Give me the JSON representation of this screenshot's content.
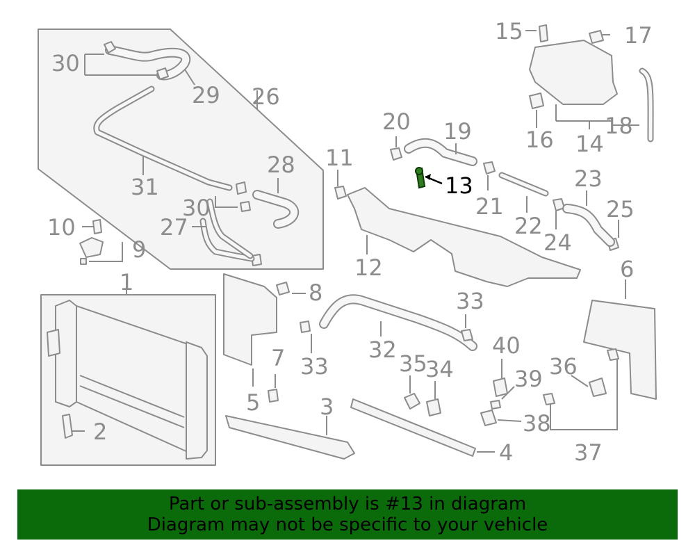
{
  "banner": {
    "line1": "Part or sub-assembly is #13 in diagram",
    "line2": "Diagram may not be specific to your vehicle"
  },
  "diagram": {
    "highlighted_part": "13",
    "labels": {
      "p1": "1",
      "p2": "2",
      "p3": "3",
      "p4": "4",
      "p5": "5",
      "p6": "6",
      "p7": "7",
      "p8": "8",
      "p9": "9",
      "p10": "10",
      "p11": "11",
      "p12": "12",
      "p13": "13",
      "p14": "14",
      "p15": "15",
      "p16": "16",
      "p17": "17",
      "p18": "18",
      "p19": "19",
      "p20": "20",
      "p21": "21",
      "p22": "22",
      "p23": "23",
      "p24": "24",
      "p25": "25",
      "p26": "26",
      "p27": "27",
      "p28": "28",
      "p29": "29",
      "p30a": "30",
      "p30b": "30",
      "p31": "31",
      "p32": "32",
      "p33a": "33",
      "p33b": "33",
      "p34": "34",
      "p35": "35",
      "p36": "36",
      "p37": "37",
      "p38": "38",
      "p39": "39",
      "p40": "40"
    },
    "colors": {
      "line": "#8c8c8c",
      "highlight": "#2e7d1e",
      "banner": "#0b6b0b"
    }
  }
}
